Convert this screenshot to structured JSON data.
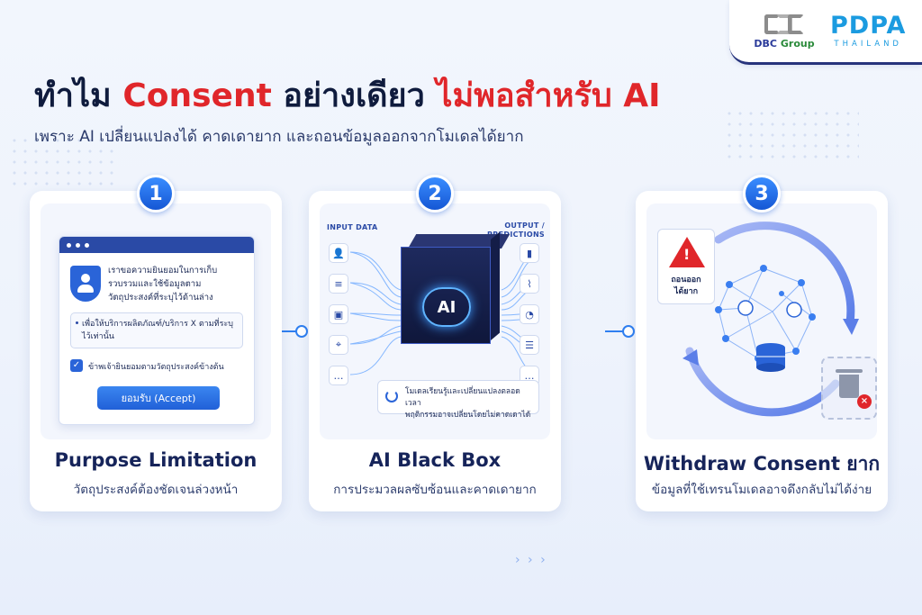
{
  "header": {
    "logo_dbc_text_1": "DBC",
    "logo_dbc_text_2": "Group",
    "logo_pdpa_title": "PDPA",
    "logo_pdpa_sub": "THAILAND"
  },
  "headline": {
    "part1": "ทำไม",
    "part2": "Consent",
    "part3": "อย่างเดียว",
    "part4": "ไม่พอสำหรับ AI",
    "subline": "เพราะ AI เปลี่ยนแปลงได้ คาดเดายาก และถอนข้อมูลออกจากโมเดลได้ยาก"
  },
  "colors": {
    "accent_red": "#e0262a",
    "accent_blue": "#2160d8",
    "navy": "#0f1b3d"
  },
  "cards": [
    {
      "number": "1",
      "title": "Purpose Limitation",
      "subtitle": "วัตถุประสงค์ต้องชัดเจนล่วงหน้า",
      "mockup": {
        "consent_text": "เราขอความยินยอมในการเก็บรวบรวมและใช้ข้อมูลตามวัตถุประสงค์ที่ระบุไว้ด้านล่าง",
        "purpose_text": "เพื่อให้บริการผลิตภัณฑ์/บริการ X ตามที่ระบุไว้เท่านั้น",
        "checkbox_label": "ข้าพเจ้ายินยอมตามวัตถุประสงค์ข้างต้น",
        "accept_label": "ยอมรับ (Accept)"
      }
    },
    {
      "number": "2",
      "title": "AI Black Box",
      "subtitle": "การประมวลผลซับซ้อนและคาดเดายาก",
      "mockup": {
        "input_label": "INPUT DATA",
        "output_label_1": "OUTPUT /",
        "output_label_2": "PREDICTIONS",
        "cube_label": "AI",
        "note_line_1": "โมเดลเรียนรู้และเปลี่ยนแปลงตลอดเวลา",
        "note_line_2": "พฤติกรรมอาจเปลี่ยนโดยไม่คาดเดาได้",
        "input_icons": [
          "user-icon",
          "document-icon",
          "image-icon",
          "location-icon",
          "more-icon"
        ],
        "output_icons": [
          "bar-chart-icon",
          "line-chart-icon",
          "pie-chart-icon",
          "list-icon",
          "more-icon"
        ]
      }
    },
    {
      "number": "3",
      "title": "Withdraw Consent ยาก",
      "subtitle": "ข้อมูลที่ใช้เทรนโมเดลอาจดึงกลับไม่ได้ง่าย",
      "mockup": {
        "warning_line_1": "ถอนออก",
        "warning_line_2": "ได้ยาก"
      }
    }
  ]
}
